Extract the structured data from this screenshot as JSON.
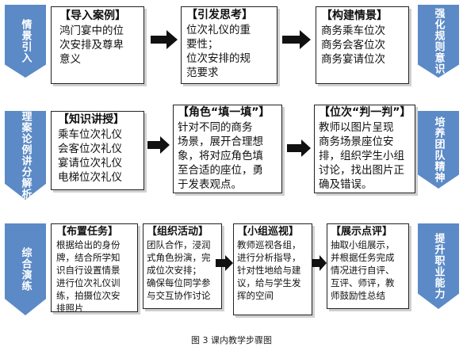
{
  "rows": [
    {
      "left_label": "情景引入",
      "right_label": "强化规则意识",
      "boxes": [
        {
          "title": "【导入案例】",
          "lines": [
            "鸿门宴中的位",
            "次安排及尊卑",
            "意义"
          ]
        },
        {
          "title": "【引发思考】",
          "lines": [
            "位次礼仪的重",
            "要性；",
            "位次安排的规",
            "范要求"
          ]
        },
        {
          "title": "【构建情景】",
          "lines": [
            "商务乘车位次",
            "商务会客位次",
            "商务宴请位次"
          ]
        }
      ]
    },
    {
      "left_label": "理案论例讲分解析",
      "right_label": "培养团队精神",
      "boxes": [
        {
          "title": "【知识讲授】",
          "lines": [
            "乘车位次礼仪",
            "会客位次礼仪",
            "宴请位次礼仪",
            "电梯位次礼仪"
          ]
        },
        {
          "title": "【角色“填一填”】",
          "lines": [
            "针对不同的商务",
            "场景，展开合理想",
            "象，将对应角色填",
            "至合适的座位，勇",
            "于发表观点。"
          ]
        },
        {
          "title": "【位次“判一判”】",
          "lines": [
            "教师以图片呈现",
            "商务场景座位安",
            "排，组织学生小组",
            "讨论，找出图片正",
            "确及错误。"
          ]
        }
      ]
    },
    {
      "left_label": "综合演练",
      "right_label": "提升职业能力",
      "boxes": [
        {
          "title": "【布置任务】",
          "lines": [
            "根据给出的身份",
            "牌，结合所学知",
            "识自行设置情景",
            "进行位次礼仪训",
            "练，拍摄位次安",
            "排照片"
          ]
        },
        {
          "title": "【组织活动】",
          "lines": [
            "团队合作，浸润",
            "式角色扮演，完",
            "成位次安排；",
            "确保每位同学参",
            "与交互协作讨论"
          ]
        },
        {
          "title": "【小组巡视】",
          "lines": [
            "教师巡视各组，",
            "进行分析指导，",
            "针对性地给与建",
            "议，给与学生发",
            "挥的空间"
          ]
        },
        {
          "title": "【展示点评】",
          "lines": [
            "抽取小组展示，",
            "并根据任务完成",
            "情况进行自评、",
            "互评、师评，教",
            "师鼓励性总结"
          ]
        }
      ]
    }
  ],
  "caption": "图 3  课内教学步骤图",
  "colors": {
    "side_fill": "#5b8ac6",
    "arrow": "#111111",
    "border": "#222222"
  }
}
